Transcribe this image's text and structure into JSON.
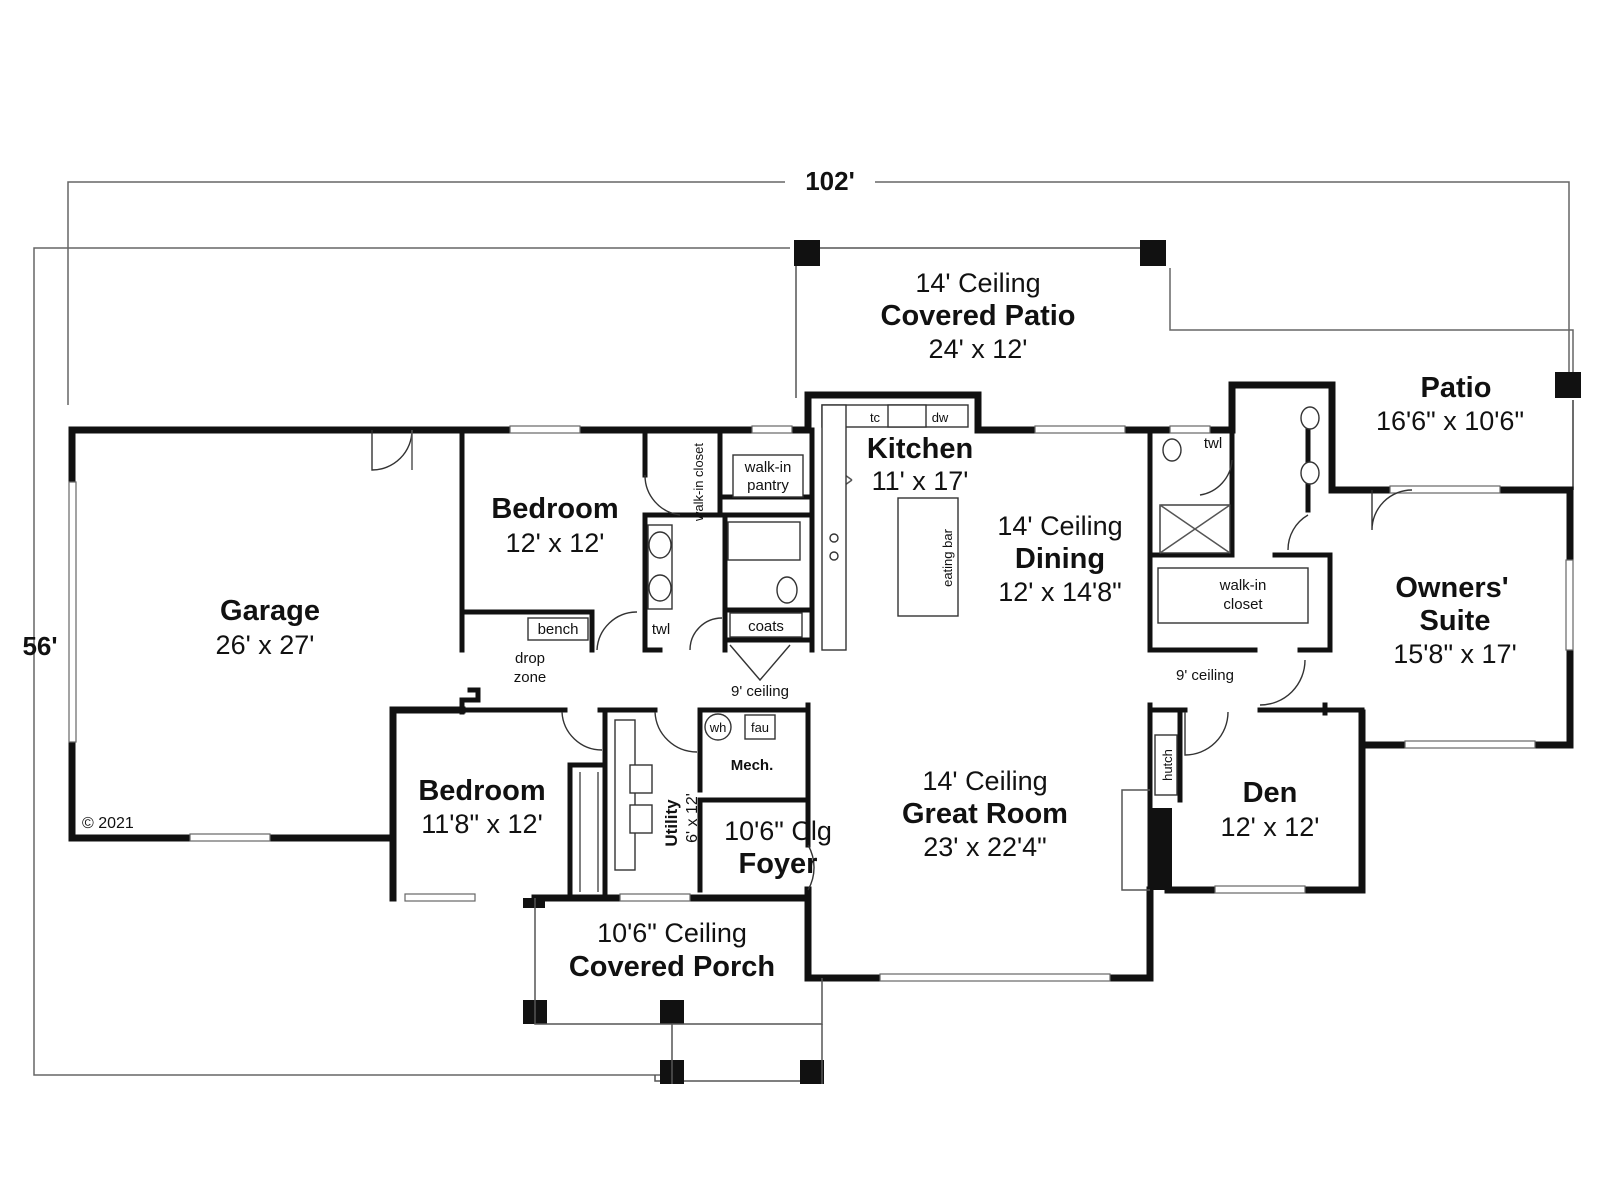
{
  "dimensions": {
    "overall_width": "102'",
    "overall_depth": "56'"
  },
  "copyright": "© 2021",
  "rooms": {
    "covered_patio": {
      "ceiling": "14' Ceiling",
      "name": "Covered Patio",
      "size": "24' x 12'"
    },
    "patio": {
      "name": "Patio",
      "size": "16'6\" x 10'6\""
    },
    "kitchen": {
      "name": "Kitchen",
      "size": "11' x 17'"
    },
    "dining": {
      "ceiling": "14' Ceiling",
      "name": "Dining",
      "size": "12' x 14'8\""
    },
    "garage": {
      "name": "Garage",
      "size": "26' x 27'"
    },
    "bedroom_1": {
      "name": "Bedroom",
      "size": "12' x 12'"
    },
    "bedroom_2": {
      "name": "Bedroom",
      "size": "11'8\" x 12'"
    },
    "owners_suite": {
      "name_line1": "Owners'",
      "name_line2": "Suite",
      "size": "15'8\" x 17'"
    },
    "great_room": {
      "ceiling": "14' Ceiling",
      "name": "Great Room",
      "size": "23' x 22'4\""
    },
    "den": {
      "name": "Den",
      "size": "12' x 12'"
    },
    "foyer": {
      "ceiling": "10'6\" Clg",
      "name": "Foyer"
    },
    "utility": {
      "name": "Utility",
      "size": "6' x 12'"
    },
    "mech": {
      "name": "Mech."
    },
    "covered_porch": {
      "ceiling": "10'6\" Ceiling",
      "name": "Covered Porch"
    }
  },
  "labels": {
    "walk_in_closet_vertical": "walk-in closet",
    "walk_in_pantry_line1": "walk-in",
    "walk_in_pantry_line2": "pantry",
    "eating_bar": "eating bar",
    "bench": "bench",
    "drop_zone_line1": "drop",
    "drop_zone_line2": "zone",
    "coats": "coats",
    "twl_1": "twl",
    "twl_2": "twl",
    "tc": "tc",
    "dw": "dw",
    "wh": "wh",
    "fau": "fau",
    "hutch": "hutch",
    "nine_ceiling_1": "9' ceiling",
    "nine_ceiling_2": "9' ceiling",
    "owners_closet_line1": "walk-in",
    "owners_closet_line2": "closet"
  }
}
